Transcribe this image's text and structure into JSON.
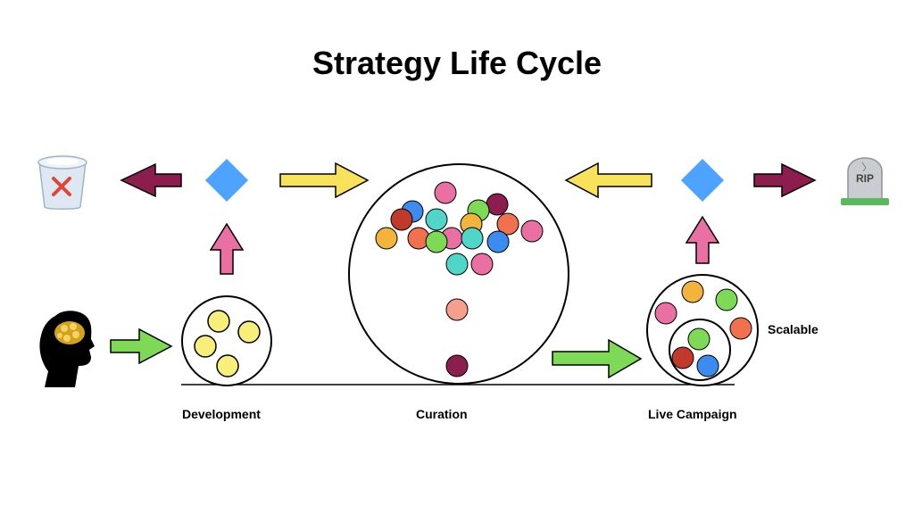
{
  "title": "Strategy Life Cycle",
  "stages": {
    "development": "Development",
    "curation": "Curation",
    "live_campaign": "Live Campaign"
  },
  "scalable_label": "Scalable",
  "icons": {
    "idea": "brain-head-icon",
    "discard": "trash-can-icon",
    "retire": "tombstone-icon",
    "decision": "diamond-icon",
    "tombstone_text": "RIP"
  },
  "colors": {
    "arrow_green": "#7ED957",
    "arrow_yellow": "#F8E25C",
    "arrow_maroon": "#8B1E4F",
    "arrow_pink": "#EA6FA3",
    "diamond": "#4DA3FF",
    "ball_yellow": "#F7EF7A"
  }
}
